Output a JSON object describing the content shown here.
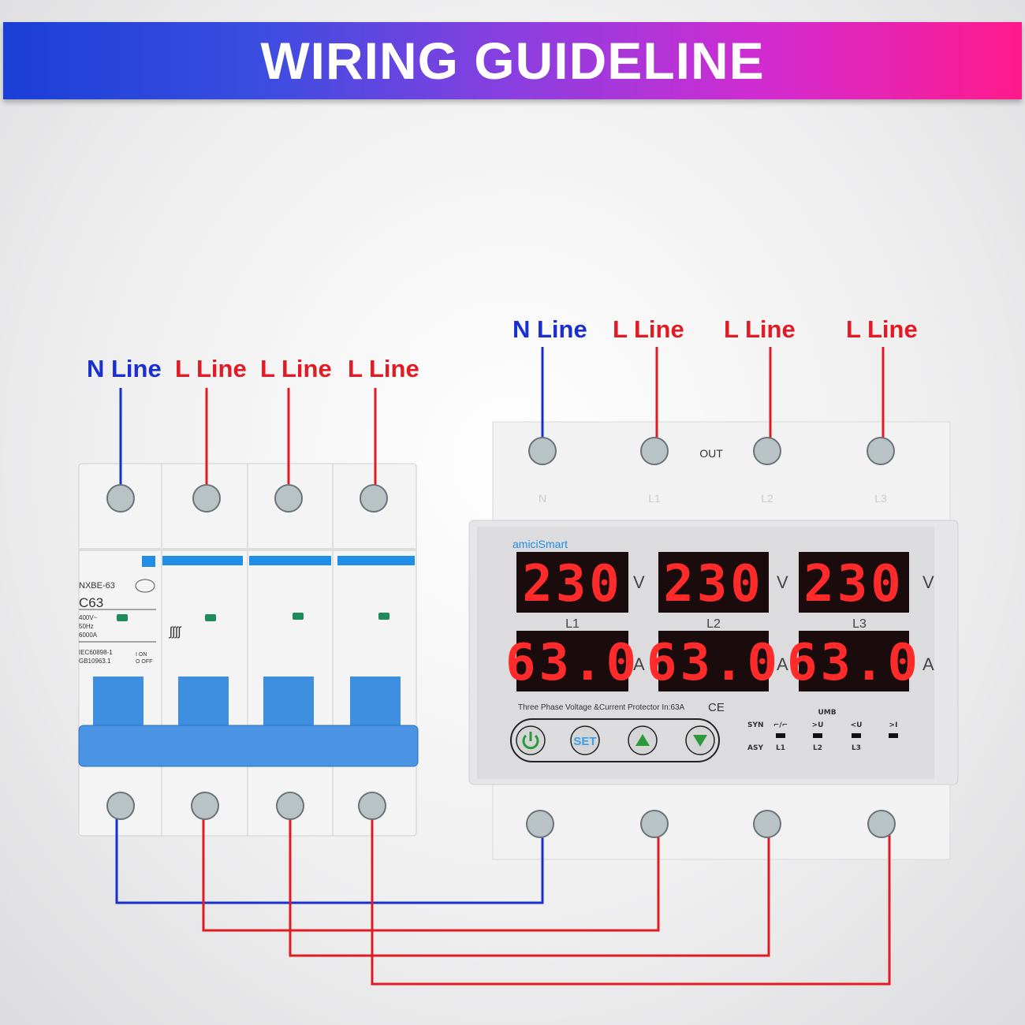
{
  "title": "WIRING GUIDELINE",
  "colors": {
    "neutral_wire": "#1a2fd0",
    "live_wire": "#e01b24",
    "display": "#ff2a2a"
  },
  "breaker": {
    "labels": [
      "N Line",
      "L Line",
      "L Line",
      "L Line"
    ],
    "model": "NXBE-63",
    "rating": "C63",
    "specs": [
      "400V~",
      "50Hz",
      "6000A"
    ],
    "standards": [
      "IEC60898-1",
      "GB10963.1"
    ],
    "on_off": [
      "I ON",
      "O OFF"
    ]
  },
  "protector": {
    "labels": [
      "N Line",
      "L Line",
      "L Line",
      "L Line"
    ],
    "brand": "amiciSmart",
    "out_label": "OUT",
    "terminal_marks": [
      "N",
      "L1",
      "L2",
      "L3"
    ],
    "voltage": [
      "230",
      "230",
      "230"
    ],
    "current": [
      "63.0",
      "63.0",
      "63.0"
    ],
    "voltage_unit": "V",
    "current_unit": "A",
    "phases": [
      "L1",
      "L2",
      "L3"
    ],
    "description": "Three Phase Voltage &Current Protector In:63A",
    "ce": "CE",
    "buttons": {
      "power": "power-icon",
      "set": "SET",
      "up": "up-icon",
      "down": "down-icon"
    },
    "indicators": {
      "syn": "SYN",
      "asy": "ASY",
      "umb": "UMB",
      "marks": [
        "⌐/⌐",
        ">U",
        "<U",
        ">I"
      ],
      "leds": [
        "L1",
        "L2",
        "L3",
        ""
      ]
    }
  }
}
